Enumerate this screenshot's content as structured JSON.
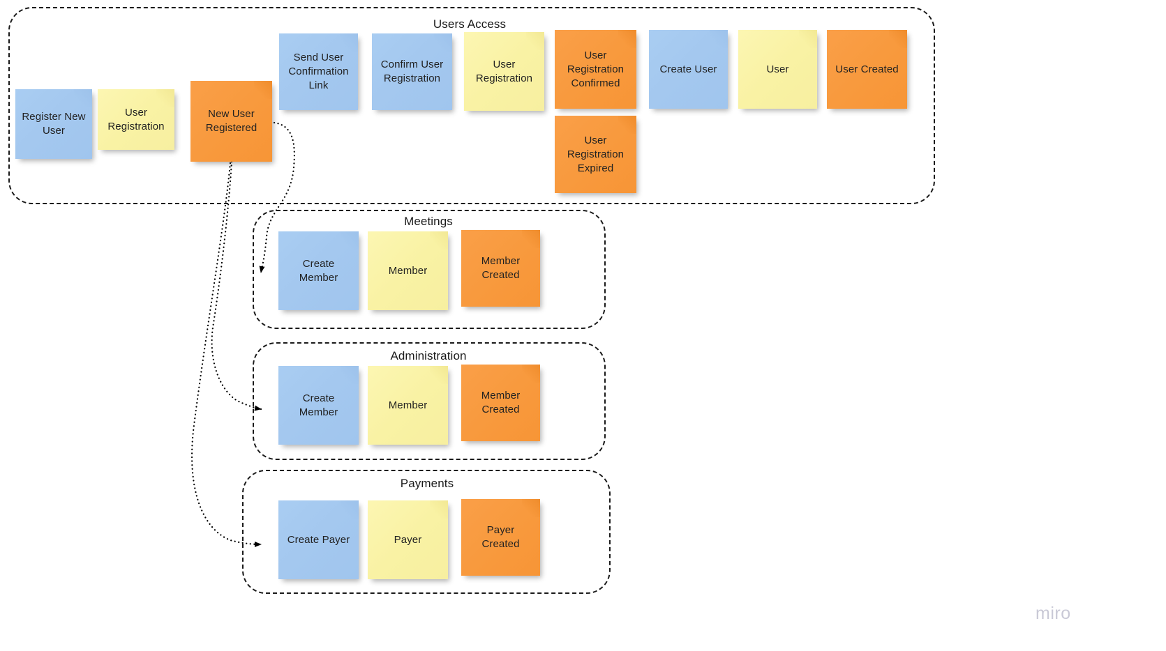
{
  "board": {
    "watermark": "miro",
    "background": "#ffffff",
    "colors": {
      "blue": "#a4c8ef",
      "yellow": "#f9f2a4",
      "orange": "#f89a3e",
      "border": "#1a1a1a",
      "text": "#222222",
      "watermark": "#c9c9d6"
    }
  },
  "groups": [
    {
      "id": "users-access",
      "title": "Users Access",
      "notes": [
        {
          "id": "register-new-user",
          "label": "Register New\nUser",
          "color": "blue"
        },
        {
          "id": "user-registration-1",
          "label": "User\nRegistration",
          "color": "yellow"
        },
        {
          "id": "new-user-registered",
          "label": "New User\nRegistered",
          "color": "orange"
        },
        {
          "id": "send-user-confirmation-link",
          "label": "Send User\nConfirmation\nLink",
          "color": "blue"
        },
        {
          "id": "confirm-user-registration",
          "label": "Confirm User\nRegistration",
          "color": "blue"
        },
        {
          "id": "user-registration-2",
          "label": "User\nRegistration",
          "color": "yellow"
        },
        {
          "id": "user-registration-confirmed",
          "label": "User\nRegistration\nConfirmed",
          "color": "orange"
        },
        {
          "id": "user-registration-expired",
          "label": "User\nRegistration\nExpired",
          "color": "orange"
        },
        {
          "id": "create-user",
          "label": "Create User",
          "color": "blue"
        },
        {
          "id": "user",
          "label": "User",
          "color": "yellow"
        },
        {
          "id": "user-created",
          "label": "User Created",
          "color": "orange"
        }
      ]
    },
    {
      "id": "meetings",
      "title": "Meetings",
      "notes": [
        {
          "id": "meetings-create-member",
          "label": "Create\nMember",
          "color": "blue"
        },
        {
          "id": "meetings-member",
          "label": "Member",
          "color": "yellow"
        },
        {
          "id": "meetings-member-created",
          "label": "Member\nCreated",
          "color": "orange"
        }
      ]
    },
    {
      "id": "administration",
      "title": "Administration",
      "notes": [
        {
          "id": "administration-create-member",
          "label": "Create\nMember",
          "color": "blue"
        },
        {
          "id": "administration-member",
          "label": "Member",
          "color": "yellow"
        },
        {
          "id": "administration-member-created",
          "label": "Member\nCreated",
          "color": "orange"
        }
      ]
    },
    {
      "id": "payments",
      "title": "Payments",
      "notes": [
        {
          "id": "payments-create-payer",
          "label": "Create Payer",
          "color": "blue"
        },
        {
          "id": "payments-payer",
          "label": "Payer",
          "color": "yellow"
        },
        {
          "id": "payments-payer-created",
          "label": "Payer\nCreated",
          "color": "orange"
        }
      ]
    }
  ],
  "connections": [
    {
      "id": "conn-new-user-to-meetings",
      "from": "new-user-registered",
      "to": "meetings-create-member"
    },
    {
      "id": "conn-new-user-to-administration",
      "from": "new-user-registered",
      "to": "administration-create-member"
    },
    {
      "id": "conn-new-user-to-payments",
      "from": "new-user-registered",
      "to": "payments-create-payer"
    }
  ]
}
